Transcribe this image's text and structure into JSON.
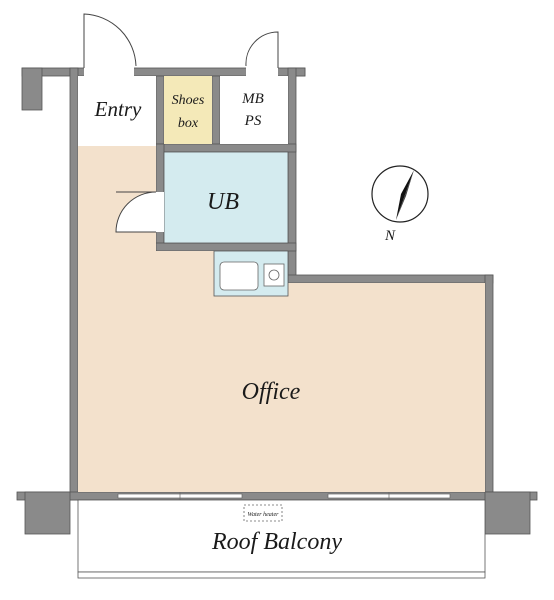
{
  "rooms": {
    "entry": "Entry",
    "shoes_line1": "Shoes",
    "shoes_line2": "box",
    "mb_line1": "MB",
    "mb_line2": "PS",
    "ub": "UB",
    "office": "Office",
    "balcony": "Roof Balcony",
    "water_heater": "Water heater"
  },
  "compass": {
    "label": "N",
    "icon": "north-arrow-icon"
  },
  "colors": {
    "wall": "#8a8a8a",
    "wall_edge": "#555555",
    "office_floor": "#f3e1cc",
    "bath": "#d4ebef",
    "shoes_box": "#f4e9b8",
    "kitchen": "#d4ebef",
    "white": "#ffffff"
  }
}
